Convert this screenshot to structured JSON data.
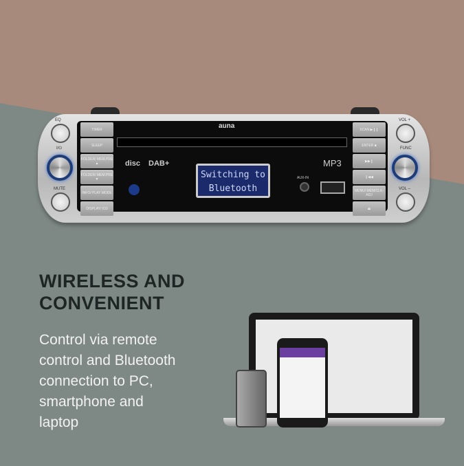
{
  "heading": [
    "WIRELESS AND",
    "CONVENIENT"
  ],
  "body": [
    "Control via remote",
    "control and Bluetooth",
    "connection to PC,",
    "smartphone and",
    "laptop"
  ],
  "colors": {
    "top_background": "#a88a7c",
    "bottom_background": "#7e8885",
    "heading": "#1e2624",
    "body_text": "#f2f2f2"
  },
  "device": {
    "brand": "auna",
    "display": [
      "Switching to",
      "Bluetooth"
    ],
    "left_labels": {
      "top": "EQ",
      "middle": "I/⏻",
      "bottom": "MUTE"
    },
    "right_labels": {
      "top": "VOL +",
      "middle": "FUNC",
      "bottom": "VOL –"
    },
    "left_buttons": [
      "TIMER",
      "SLEEP",
      "FOLDER/ MEM.PRE ▲",
      "FOLDER/ MEM.PRE ▼",
      "INFO/ PLAY MODE",
      "DISPLAY/ ID3"
    ],
    "right_buttons": [
      "SCAN ▶❙❙",
      "ENTER ■",
      "▶▶❙",
      "❙◀◀",
      "MENU/ MEM/CLK-ADJ",
      "⏏"
    ],
    "logos": [
      "disc",
      "DAB+",
      "MP3"
    ],
    "aux_label": "AUX-IN"
  }
}
